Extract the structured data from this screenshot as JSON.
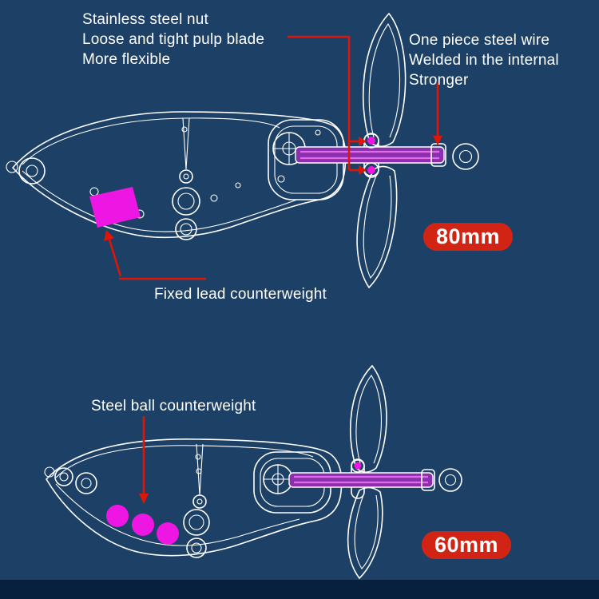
{
  "annotations": {
    "top_left": {
      "lines": [
        "Stainless steel nut",
        "Loose and tight pulp blade",
        "More flexible"
      ]
    },
    "top_right": {
      "lines": [
        "One piece steel wire",
        "Welded in the internal",
        "Stronger"
      ]
    },
    "fixed_lead_label": "Fixed lead counterweight",
    "steel_ball_label": "Steel ball counterweight"
  },
  "badges": {
    "top_size": "80mm",
    "bottom_size": "60mm"
  },
  "colors": {
    "background": "#1d4066",
    "bottom_strip": "#06203e",
    "outline_white": "#ffffff",
    "annotation_red": "#e11408",
    "badge_red": "#d22415",
    "counterweight_magenta": "#ee16e2",
    "wire_purple": "#8b2fae"
  }
}
